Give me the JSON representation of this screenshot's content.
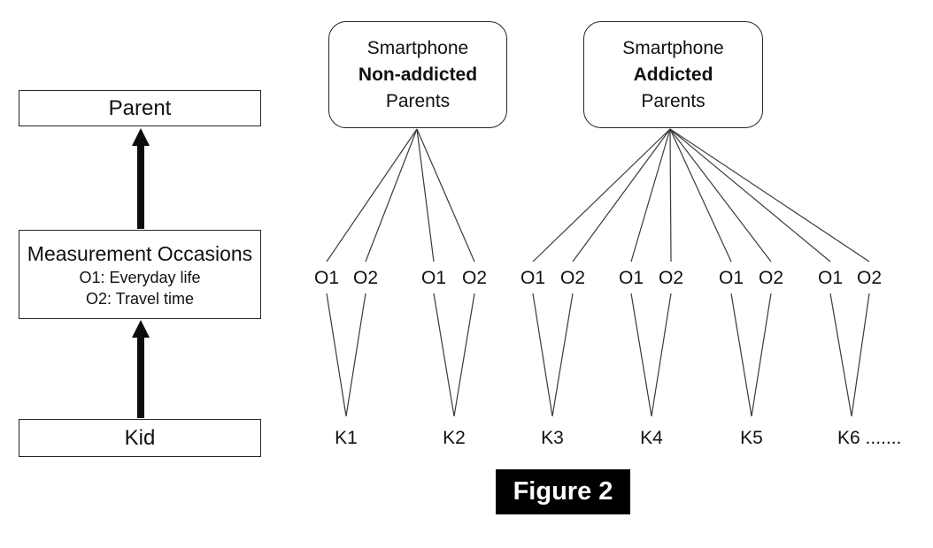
{
  "figure": {
    "caption": "Figure 2"
  },
  "left_flow": {
    "parent_label": "Parent",
    "measurement": {
      "title": "Measurement Occasions",
      "items": [
        "O1: Everyday life",
        "O2: Travel time"
      ]
    },
    "kid_label": "Kid"
  },
  "parent_groups": [
    {
      "line1": "Smartphone",
      "line2": "Non-addicted",
      "line3": "Parents"
    },
    {
      "line1": "Smartphone",
      "line2": "Addicted",
      "line3": "Parents"
    }
  ],
  "occasion_pair": [
    "O1",
    "O2"
  ],
  "kids": [
    "K1",
    "K2",
    "K3",
    "K4",
    "K5",
    "K6 ......."
  ],
  "colors": {
    "border": "#262626",
    "connector_line": "#3a3a3a",
    "arrow": "#0d0d0d",
    "text": "#111111",
    "caption_background": "#000000",
    "caption_text": "#ffffff"
  }
}
